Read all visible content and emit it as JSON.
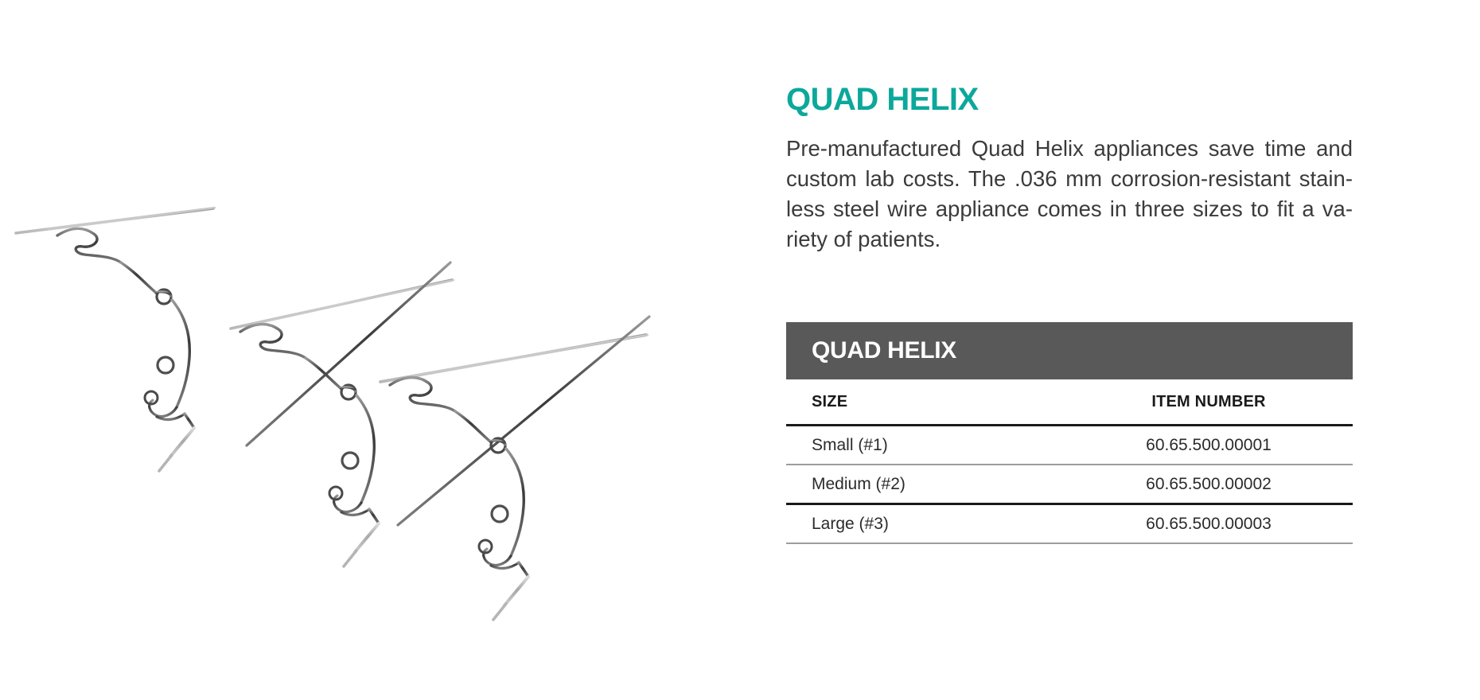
{
  "product": {
    "title": "QUAD HELIX",
    "description": "Pre-manufactured Quad Helix appliances save time and custom lab costs. The .036 mm corrosion-resistant stain-less steel wire appliance comes in three sizes to fit a va-riety of patients."
  },
  "photo": {
    "alt_name": "quad-helix-appliances-photo",
    "item_count": 3,
    "description": "Three stainless steel Quad Helix orthodontic appliances in small, medium and large sizes shown at an angle"
  },
  "table": {
    "header_title": "QUAD HELIX",
    "columns": [
      "SIZE",
      "ITEM NUMBER"
    ],
    "rows": [
      {
        "size": "Small (#1)",
        "item_number": "60.65.500.00001"
      },
      {
        "size": "Medium (#2)",
        "item_number": "60.65.500.00002"
      },
      {
        "size": "Large (#3)",
        "item_number": "60.65.500.00003"
      }
    ]
  },
  "colors": {
    "accent_teal": "#0BA89B",
    "table_header_gray": "#595959",
    "body_text": "#3b3b3b",
    "rule_heavy": "#1a1a1a",
    "rule_light": "#9d9d9d",
    "background": "#FFFFFF"
  }
}
